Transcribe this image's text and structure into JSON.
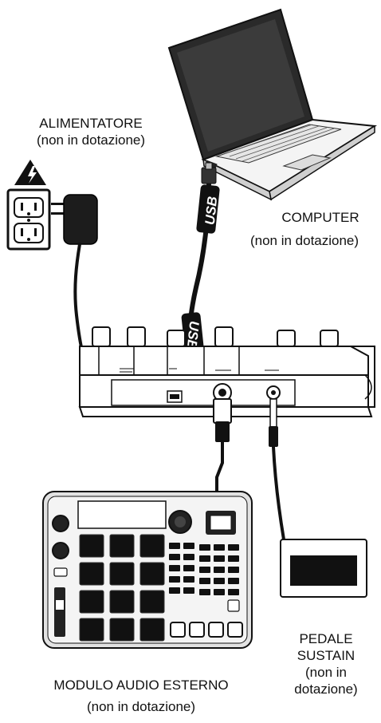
{
  "labels": {
    "power_supply": {
      "title": "ALIMENTATORE",
      "note": "(non in dotazione)"
    },
    "computer": {
      "title": "COMPUTER",
      "note": "(non in dotazione)"
    },
    "sustain_pedal": {
      "line1": "PEDALE",
      "line2": "SUSTAIN",
      "line3": "(non in",
      "line4": "dotazione)"
    },
    "audio_module": {
      "title": "MODULO AUDIO ESTERNO",
      "note": "(non in dotazione)"
    }
  },
  "cable_print": {
    "usb_top": "USB",
    "usb_bottom": "USB"
  },
  "colors": {
    "ink": "#111111",
    "gray": "#8a8a8a",
    "light": "#d9d9d9",
    "dark": "#222222"
  },
  "icons": [
    "warning-high-voltage-icon",
    "wall-outlet-icon"
  ]
}
